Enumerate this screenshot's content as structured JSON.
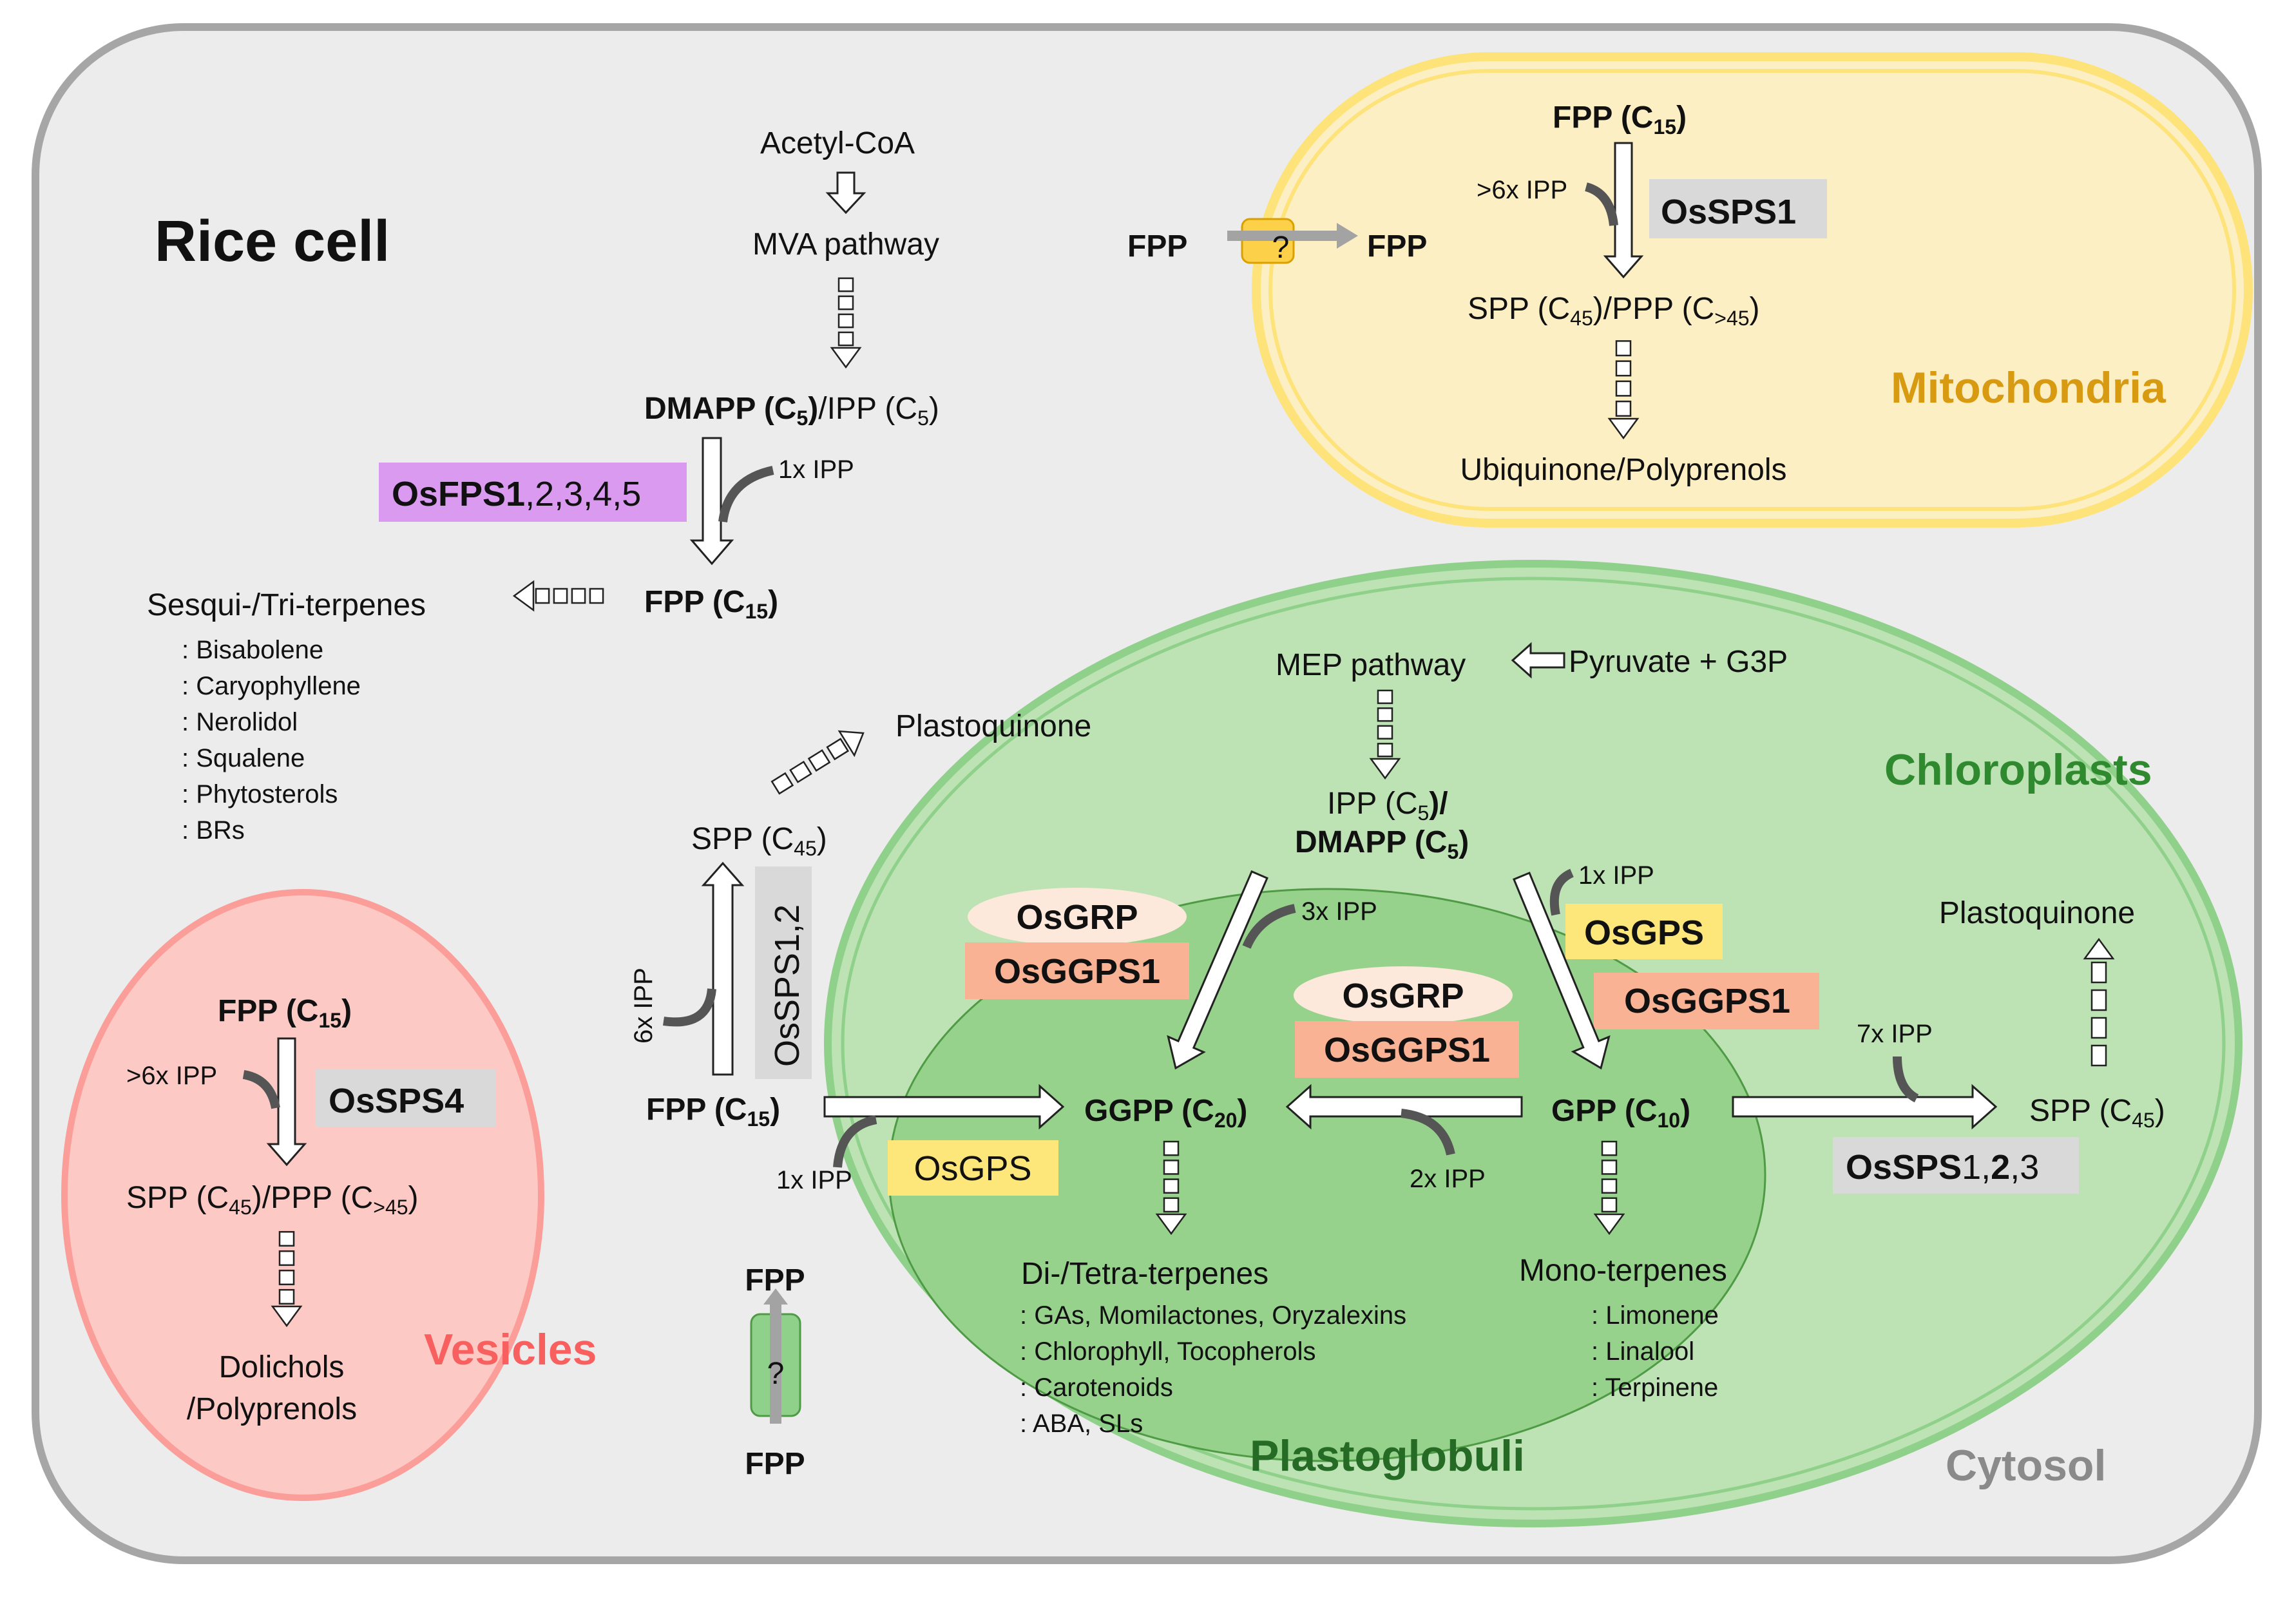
{
  "title": "Rice cell",
  "compartments": {
    "mitochondria": {
      "label": "Mitochondria",
      "color": "#d89a10"
    },
    "chloroplasts": {
      "label": "Chloroplasts",
      "color": "#2f8a2f"
    },
    "vesicles": {
      "label": "Vesicles",
      "color": "#f86060"
    },
    "plastoglobuli": {
      "label": "Plastoglobuli",
      "color": "#256b25"
    },
    "cytosol": {
      "label": "Cytosol",
      "color": "#8a8a8a"
    }
  },
  "cytosol": {
    "acetyl_coa": "Acetyl-CoA",
    "mva": "MVA pathway",
    "dmapp": "DMAPP (C",
    "dmapp_sub": "5",
    "dmapp_close": ")",
    "ipp": "/IPP (C",
    "ipp_sub": "5",
    "ipp_close": ")",
    "enzyme_bold": "OsFPS1",
    "enzyme_rest": ",2,3,4,5",
    "ipp_label": "1x IPP",
    "fpp": "FPP (C",
    "fpp_sub": "15",
    "fpp_close": ")",
    "sesqui": "Sesqui-/Tri-terpenes",
    "products": [
      ": Bisabolene",
      ": Caryophyllene",
      ": Nerolidol",
      ": Squalene",
      ": Phytosterols",
      ": BRs"
    ]
  },
  "transport": {
    "fpp_left": "FPP",
    "fpp_right": "FPP",
    "question": "?",
    "fpp_top": "FPP",
    "fpp_bottom": "FPP",
    "question2": "?"
  },
  "mitochondria": {
    "fpp": "FPP (C",
    "fpp_sub": "15",
    "fpp_close": ")",
    "ipp_label": ">6x IPP",
    "enzyme": "OsSPS1",
    "spp": "SPP (C",
    "spp_sub": "45",
    "spp_mid": ")/PPP (C",
    "ppp_sub": ">45",
    "spp_close": ")",
    "product": "Ubiquinone/Polyprenols"
  },
  "vesicles": {
    "fpp": "FPP (C",
    "fpp_sub": "15",
    "fpp_close": ")",
    "ipp_label": ">6x IPP",
    "enzyme": "OsSPS4",
    "spp": "SPP (C",
    "spp_sub": "45",
    "spp_mid": ")/PPP (C",
    "ppp_sub": ">45",
    "spp_close": ")",
    "product_line1": "Dolichols",
    "product_line2": "/Polyprenols"
  },
  "chloroplast": {
    "pyruvate": "Pyruvate + G3P",
    "mep": "MEP pathway",
    "ipp": "IPP (C",
    "ipp_sub": "5",
    "ipp_close": ")/",
    "dmapp": "DMAPP (C",
    "dmapp_sub": "5",
    "dmapp_close": ")",
    "plastoquinone_left": "Plastoquinone",
    "spp_left": "SPP (C",
    "spp_left_sub": "45",
    "spp_left_close": ")",
    "ipp6": "6x IPP",
    "ossps12": "OsSPS1,2",
    "fpp": "FPP (C",
    "fpp_sub": "15",
    "fpp_close": ")",
    "ipp1_left": "1x IPP",
    "osgps_left": "OsGPS",
    "osgrp_left": "OsGRP",
    "osggps1_left": "OsGGPS1",
    "ipp3": "3x IPP",
    "ggpp": "GGPP (C",
    "ggpp_sub": "20",
    "ggpp_close": ")",
    "osgrp_mid": "OsGRP",
    "osggps1_mid": "OsGGPS1",
    "ipp2": "2x IPP",
    "gpp": "GPP (C",
    "gpp_sub": "10",
    "gpp_close": ")",
    "ipp1_right": "1x IPP",
    "osgps_right": "OsGPS",
    "osggps1_right": "OsGGPS1",
    "ipp7": "7x IPP",
    "spp_right": "SPP (C",
    "spp_right_sub": "45",
    "spp_right_close": ")",
    "plastoquinone_right": "Plastoquinone",
    "ossps_bold": "OsSPS",
    "ossps_rest1": "1,",
    "ossps_bold2": "2",
    "ossps_rest2": ",3",
    "diterpenes": "Di-/Tetra-terpenes",
    "di_products": [
      ": GAs, Momilactones, Oryzalexins",
      ": Chlorophyll, Tocopherols",
      ": Carotenoids",
      ": ABA, SLs"
    ],
    "monoterpenes": "Mono-terpenes",
    "mono_products": [
      ": Limonene",
      ": Linalool",
      ": Terpinene"
    ]
  }
}
